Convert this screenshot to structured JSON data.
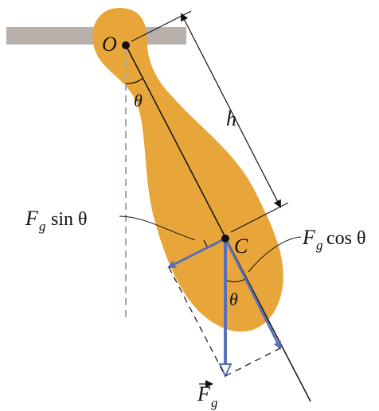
{
  "labels": {
    "pivot": "O",
    "center_of_mass": "C",
    "distance": "h",
    "angle_top": "θ",
    "angle_bottom": "θ",
    "force_symbol": "F",
    "force_subscript": "g",
    "sin_text": "sin θ",
    "cos_text": "cos θ"
  },
  "colors": {
    "body": "#e8a53a",
    "support_bar": "#b8b0ab",
    "force_arrow": "#5a6fb8",
    "lines": "#111111",
    "dashed_vertical": "#9aa8c8"
  }
}
